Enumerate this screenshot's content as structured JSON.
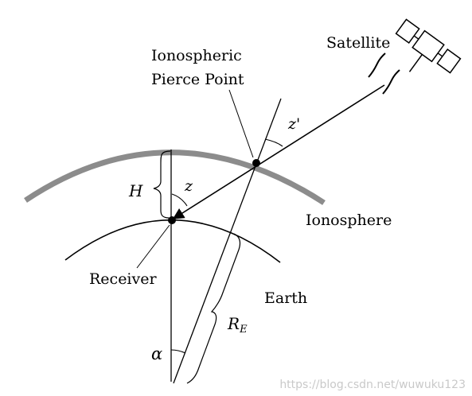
{
  "labels": {
    "satellite": "Satellite",
    "ipp_line1": "Ionospheric",
    "ipp_line2": "Pierce Point",
    "ionosphere": "Ionosphere",
    "earth": "Earth",
    "receiver": "Receiver",
    "height": "H",
    "zenith": "z",
    "zenith_prime": "z'",
    "radius_main": "R",
    "radius_sub": "E",
    "central_angle": "α"
  },
  "watermark": "https://blog.csdn.net/wuwuku123",
  "colors": {
    "ionosphere_arc": "#8c8c8c",
    "lines": "#000000",
    "watermark": "#c9c9c9"
  }
}
